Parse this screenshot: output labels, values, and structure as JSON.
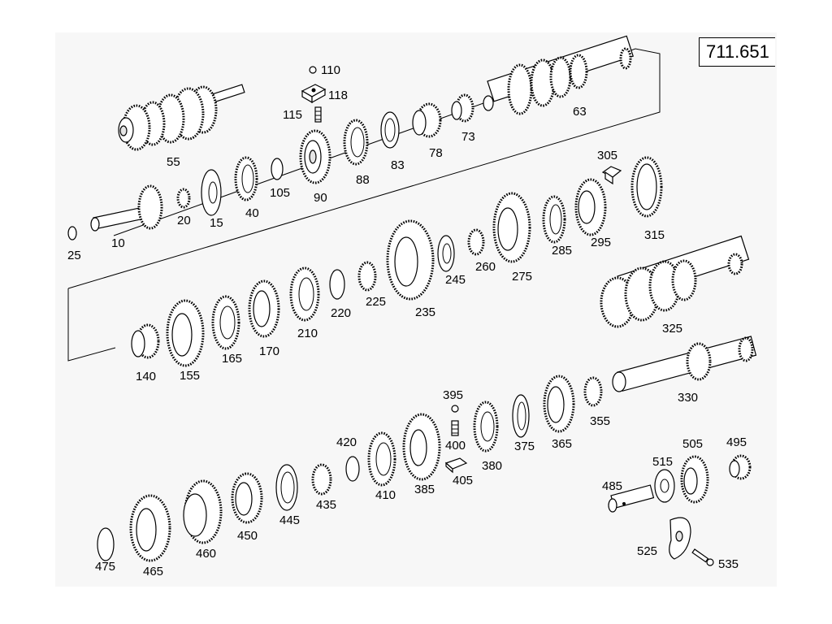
{
  "drawing_code": "711.651",
  "parts": [
    {
      "id": "p110",
      "label": "110",
      "shape": "ring"
    },
    {
      "id": "p118",
      "label": "118",
      "shape": "block"
    },
    {
      "id": "p115",
      "label": "115",
      "shape": "spring"
    },
    {
      "id": "p55",
      "label": "55",
      "shape": "shaft"
    },
    {
      "id": "p63",
      "label": "63",
      "shape": "shaft"
    },
    {
      "id": "p73",
      "label": "73",
      "shape": "bearing"
    },
    {
      "id": "p78",
      "label": "78",
      "shape": "bearing"
    },
    {
      "id": "p83",
      "label": "83",
      "shape": "ring"
    },
    {
      "id": "p88",
      "label": "88",
      "shape": "ring"
    },
    {
      "id": "p90",
      "label": "90",
      "shape": "disc"
    },
    {
      "id": "p105",
      "label": "105",
      "shape": "ring"
    },
    {
      "id": "p40",
      "label": "40",
      "shape": "ring"
    },
    {
      "id": "p15",
      "label": "15",
      "shape": "ring"
    },
    {
      "id": "p20",
      "label": "20",
      "shape": "bearing"
    },
    {
      "id": "p10",
      "label": "10",
      "shape": "shaft"
    },
    {
      "id": "p25",
      "label": "25",
      "shape": "ring"
    },
    {
      "id": "p305",
      "label": "305",
      "shape": "block"
    },
    {
      "id": "p315",
      "label": "315",
      "shape": "ring"
    },
    {
      "id": "p295",
      "label": "295",
      "shape": "gear"
    },
    {
      "id": "p285",
      "label": "285",
      "shape": "ring"
    },
    {
      "id": "p275",
      "label": "275",
      "shape": "gear"
    },
    {
      "id": "p260",
      "label": "260",
      "shape": "bearing"
    },
    {
      "id": "p245",
      "label": "245",
      "shape": "ring"
    },
    {
      "id": "p235",
      "label": "235",
      "shape": "gear"
    },
    {
      "id": "p225",
      "label": "225",
      "shape": "bearing"
    },
    {
      "id": "p220",
      "label": "220",
      "shape": "ring"
    },
    {
      "id": "p210",
      "label": "210",
      "shape": "ring"
    },
    {
      "id": "p170",
      "label": "170",
      "shape": "gear"
    },
    {
      "id": "p165",
      "label": "165",
      "shape": "ring"
    },
    {
      "id": "p155",
      "label": "155",
      "shape": "gear"
    },
    {
      "id": "p140",
      "label": "140",
      "shape": "bearing"
    },
    {
      "id": "p325",
      "label": "325",
      "shape": "shaft"
    },
    {
      "id": "p330",
      "label": "330",
      "shape": "shaft"
    },
    {
      "id": "p355",
      "label": "355",
      "shape": "bearing"
    },
    {
      "id": "p365",
      "label": "365",
      "shape": "gear"
    },
    {
      "id": "p375",
      "label": "375",
      "shape": "ring"
    },
    {
      "id": "p380",
      "label": "380",
      "shape": "ring"
    },
    {
      "id": "p395",
      "label": "395",
      "shape": "ring"
    },
    {
      "id": "p400",
      "label": "400",
      "shape": "spring"
    },
    {
      "id": "p405",
      "label": "405",
      "shape": "block"
    },
    {
      "id": "p385",
      "label": "385",
      "shape": "gear"
    },
    {
      "id": "p410",
      "label": "410",
      "shape": "ring"
    },
    {
      "id": "p420",
      "label": "420",
      "shape": "ring"
    },
    {
      "id": "p435",
      "label": "435",
      "shape": "bearing"
    },
    {
      "id": "p445",
      "label": "445",
      "shape": "ring"
    },
    {
      "id": "p450",
      "label": "450",
      "shape": "gear"
    },
    {
      "id": "p460",
      "label": "460",
      "shape": "gear"
    },
    {
      "id": "p465",
      "label": "465",
      "shape": "gear"
    },
    {
      "id": "p475",
      "label": "475",
      "shape": "ring"
    },
    {
      "id": "p485",
      "label": "485",
      "shape": "pin"
    },
    {
      "id": "p495",
      "label": "495",
      "shape": "bearing"
    },
    {
      "id": "p505",
      "label": "505",
      "shape": "gear"
    },
    {
      "id": "p515",
      "label": "515",
      "shape": "ring"
    },
    {
      "id": "p525",
      "label": "525",
      "shape": "lever"
    },
    {
      "id": "p535",
      "label": "535",
      "shape": "bolt"
    }
  ]
}
